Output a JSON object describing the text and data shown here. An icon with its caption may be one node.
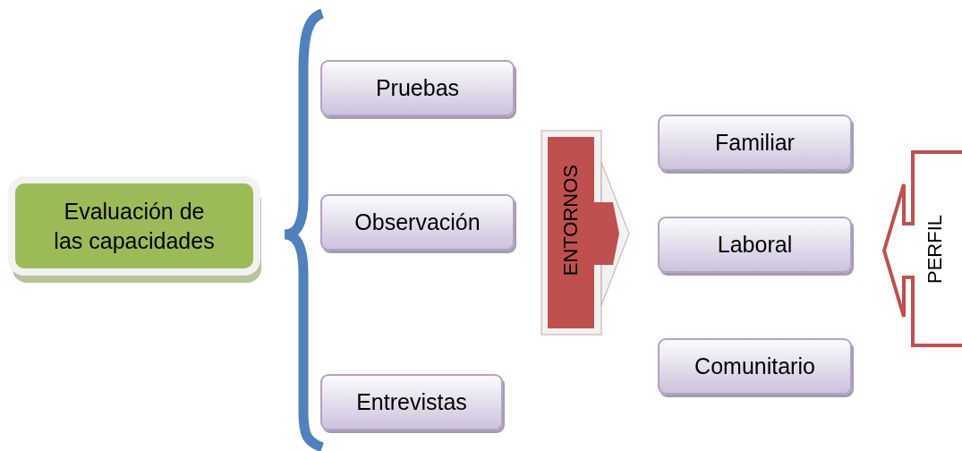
{
  "diagram": {
    "nodes": [
      {
        "text": [
          "Evaluación de las capacidades"
        ]
      },
      {
        "text": [
          "Pruebas"
        ]
      },
      {
        "text": [
          "Observación"
        ]
      },
      {
        "text": [
          "Entrevistas"
        ]
      },
      {
        "text": [
          "ENTORNOS"
        ]
      },
      {
        "text": [
          "Familiar"
        ]
      },
      {
        "text": [
          "Laboral"
        ]
      },
      {
        "text": [
          "Comunitario"
        ]
      },
      {
        "text": [
          "PERFIL"
        ]
      }
    ]
  }
}
